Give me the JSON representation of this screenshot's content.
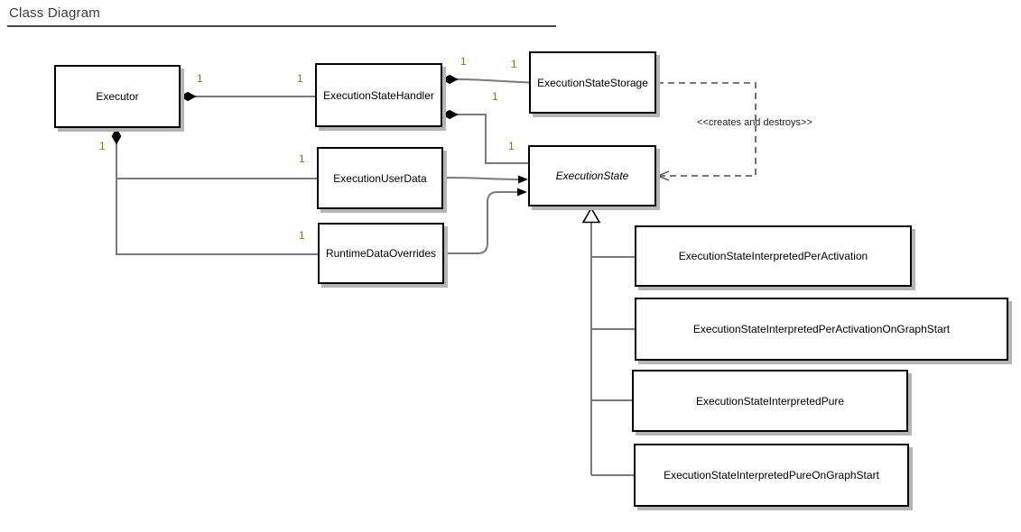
{
  "title": "Class Diagram",
  "colors": {
    "line_color": "#7a7a7a",
    "dark_color": "#000000",
    "dashed_color": "#4d4d4d",
    "multiplicity_color": "#8f7400",
    "title_color": "#3c3c3c",
    "shadow_color": "#b5b5b5"
  },
  "classes": [
    {
      "name": "Executor",
      "abstract": false
    },
    {
      "name": "ExecutionStateHandler",
      "abstract": false
    },
    {
      "name": "ExecutionStateStorage",
      "abstract": false
    },
    {
      "name": "ExecutionUserData",
      "abstract": false
    },
    {
      "name": "RuntimeDataOverrides",
      "abstract": false
    },
    {
      "name": "ExecutionState",
      "abstract": true
    },
    {
      "name": "ExecutionStateInterpretedPerActivation",
      "abstract": false
    },
    {
      "name": "ExecutionStateInterpretedPerActivationOnGraphStart",
      "abstract": false
    },
    {
      "name": "ExecutionStateInterpretedPure",
      "abstract": false
    },
    {
      "name": "ExecutionStateInterpretedPureOnGraphStart",
      "abstract": false
    }
  ],
  "relationships": {
    "stereotype_label": "<<creates and destroys>>",
    "multiplicities": [
      "1",
      "1",
      "1",
      "1",
      "1",
      "1",
      "1",
      "1",
      "1"
    ]
  }
}
